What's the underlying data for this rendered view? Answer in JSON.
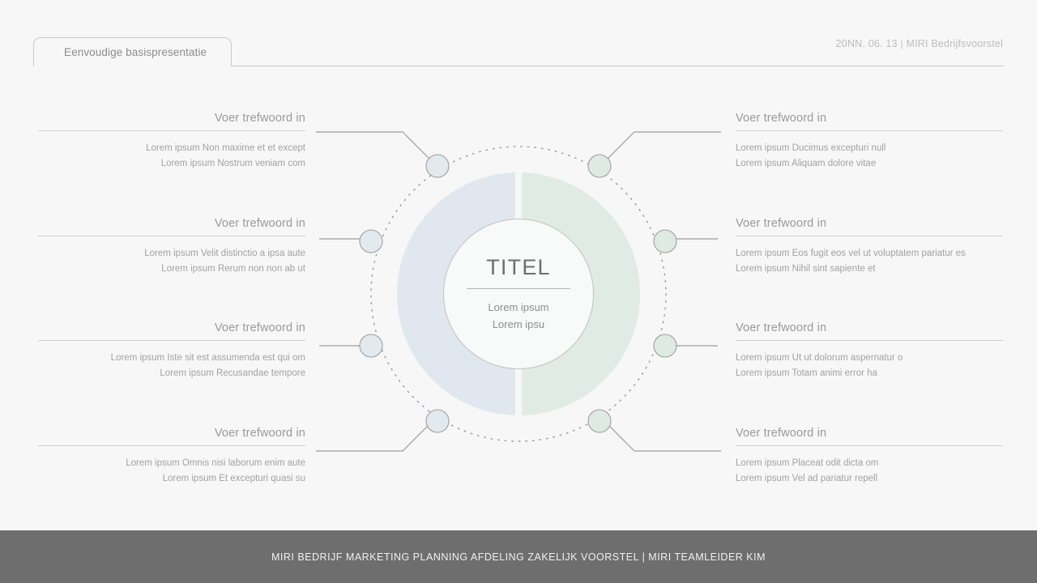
{
  "header": {
    "tab_label": "Eenvoudige basispresentatie",
    "meta": "20NN. 06. 13 | MIRI Bedrijfsvoorstel"
  },
  "center": {
    "title": "TITEL",
    "sub_line1": "Lorem ipsum",
    "sub_line2": "Lorem ipsu"
  },
  "left_items": [
    {
      "title": "Voer trefwoord in",
      "line1": "Lorem ipsum Non maxime et et except",
      "line2": "Lorem ipsum Nostrum veniam com"
    },
    {
      "title": "Voer trefwoord in",
      "line1": "Lorem ipsum Velit distinctio a ipsa aute",
      "line2": "Lorem ipsum Rerum non non ab ut"
    },
    {
      "title": "Voer trefwoord in",
      "line1": "Lorem ipsum Iste sit est assumenda est qui om",
      "line2": "Lorem ipsum Recusandae tempore"
    },
    {
      "title": "Voer trefwoord in",
      "line1": "Lorem ipsum Omnis nisi laborum enim aute",
      "line2": "Lorem ipsum Et excepturi quasi su"
    }
  ],
  "right_items": [
    {
      "title": "Voer trefwoord in",
      "line1": "Lorem ipsum Ducimus excepturi null",
      "line2": "Lorem ipsum Aliquam dolore vitae"
    },
    {
      "title": "Voer trefwoord in",
      "line1": "Lorem ipsum Eos fugit eos vel ut voluptatem pariatur es",
      "line2": "Lorem ipsum Nihil sint sapiente et"
    },
    {
      "title": "Voer trefwoord in",
      "line1": "Lorem ipsum Ut ut dolorum aspernatur o",
      "line2": "Lorem ipsum Totam animi error ha"
    },
    {
      "title": "Voer trefwoord in",
      "line1": "Lorem ipsum Placeat odit dicta om",
      "line2": "Lorem ipsum Vel ad pariatur repell"
    }
  ],
  "footer": {
    "text": "MIRI BEDRIJF MARKETING PLANNING AFDELING ZAKELIJK VOORSTEL | MIRI TEAMLEIDER KIM"
  },
  "colors": {
    "background": "#f7f7f7",
    "left_half": "#dde4ec",
    "right_half": "#dbe9e1",
    "node_left": "#e3eaef",
    "node_right": "#dfeae4",
    "footer_bar": "#6e6e6e",
    "rule": "#cfcfcf",
    "text_muted": "#a2a2a2"
  }
}
